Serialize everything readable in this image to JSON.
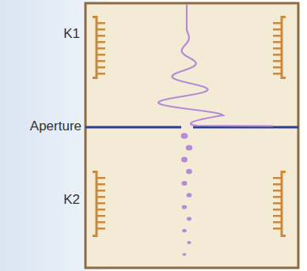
{
  "diagram": {
    "labels": [
      "K1",
      "Aperture",
      "K2"
    ]
  }
}
